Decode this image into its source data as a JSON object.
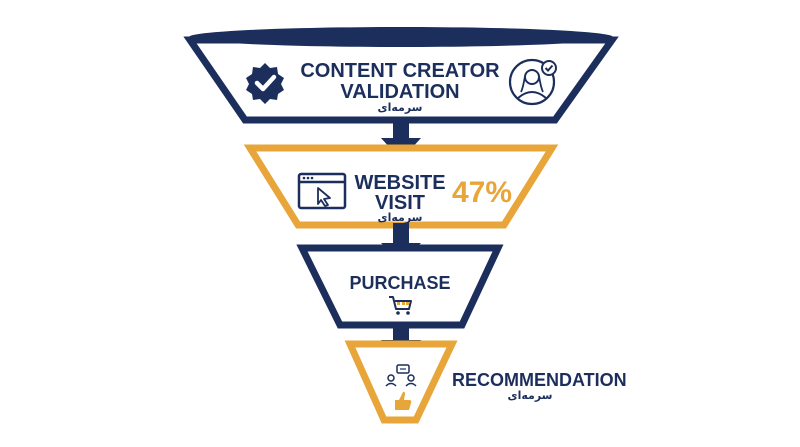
{
  "colors": {
    "navy": "#1c2f5c",
    "gold": "#e8a63a",
    "background": "#ffffff"
  },
  "stages": [
    {
      "title_line1": "CONTENT CREATOR",
      "title_line2": "VALIDATION",
      "subtitle": "سرمەای",
      "left_icon": "verified-badge-icon",
      "right_icon": "creator-avatar-icon",
      "border_color": "navy"
    },
    {
      "title_line1": "WEBSITE",
      "title_line2": "VISIT",
      "subtitle": "سرمەای",
      "percentage": "47%",
      "left_icon": "browser-cursor-icon",
      "border_color": "gold"
    },
    {
      "title_line1": "PURCHASE",
      "icon": "shopping-cart-icon",
      "border_color": "navy"
    },
    {
      "title_line1": "RECOMMENDATION",
      "subtitle": "سرمەای",
      "icon": "community-thumbs-up-icon",
      "border_color": "gold"
    }
  ]
}
